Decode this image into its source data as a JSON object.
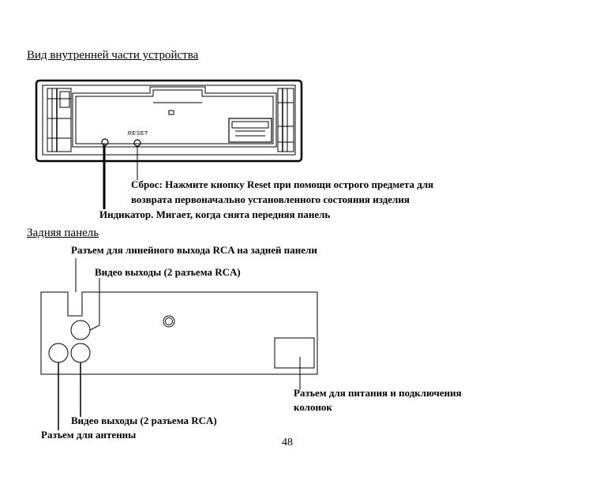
{
  "section1": {
    "heading": "Вид внутренней части устройства",
    "reset_label": "RESET",
    "reset_line1": "Сброс:  Нажмите  кнопку  Reset  при  помощи  острого  предмета  для",
    "reset_line2": "возврата первоначально установленного состояния изделия",
    "indicator_caption": "Индикатор. Мигает, когда снята передняя панель"
  },
  "section2": {
    "heading": "Задняя панель",
    "line_out_caption": "Разъем для линейного выхода RCA на задней панели",
    "video_out_top_caption": "Видео выходы (2 разъема RCA)",
    "power_caption_line1": "Разъем  для  питания  и  подключения",
    "power_caption_line2": "колонок",
    "video_out_bottom_caption": "Видео выходы (2 разъема RCA)",
    "antenna_caption": "Разъем для антенны"
  },
  "page_number": "48"
}
